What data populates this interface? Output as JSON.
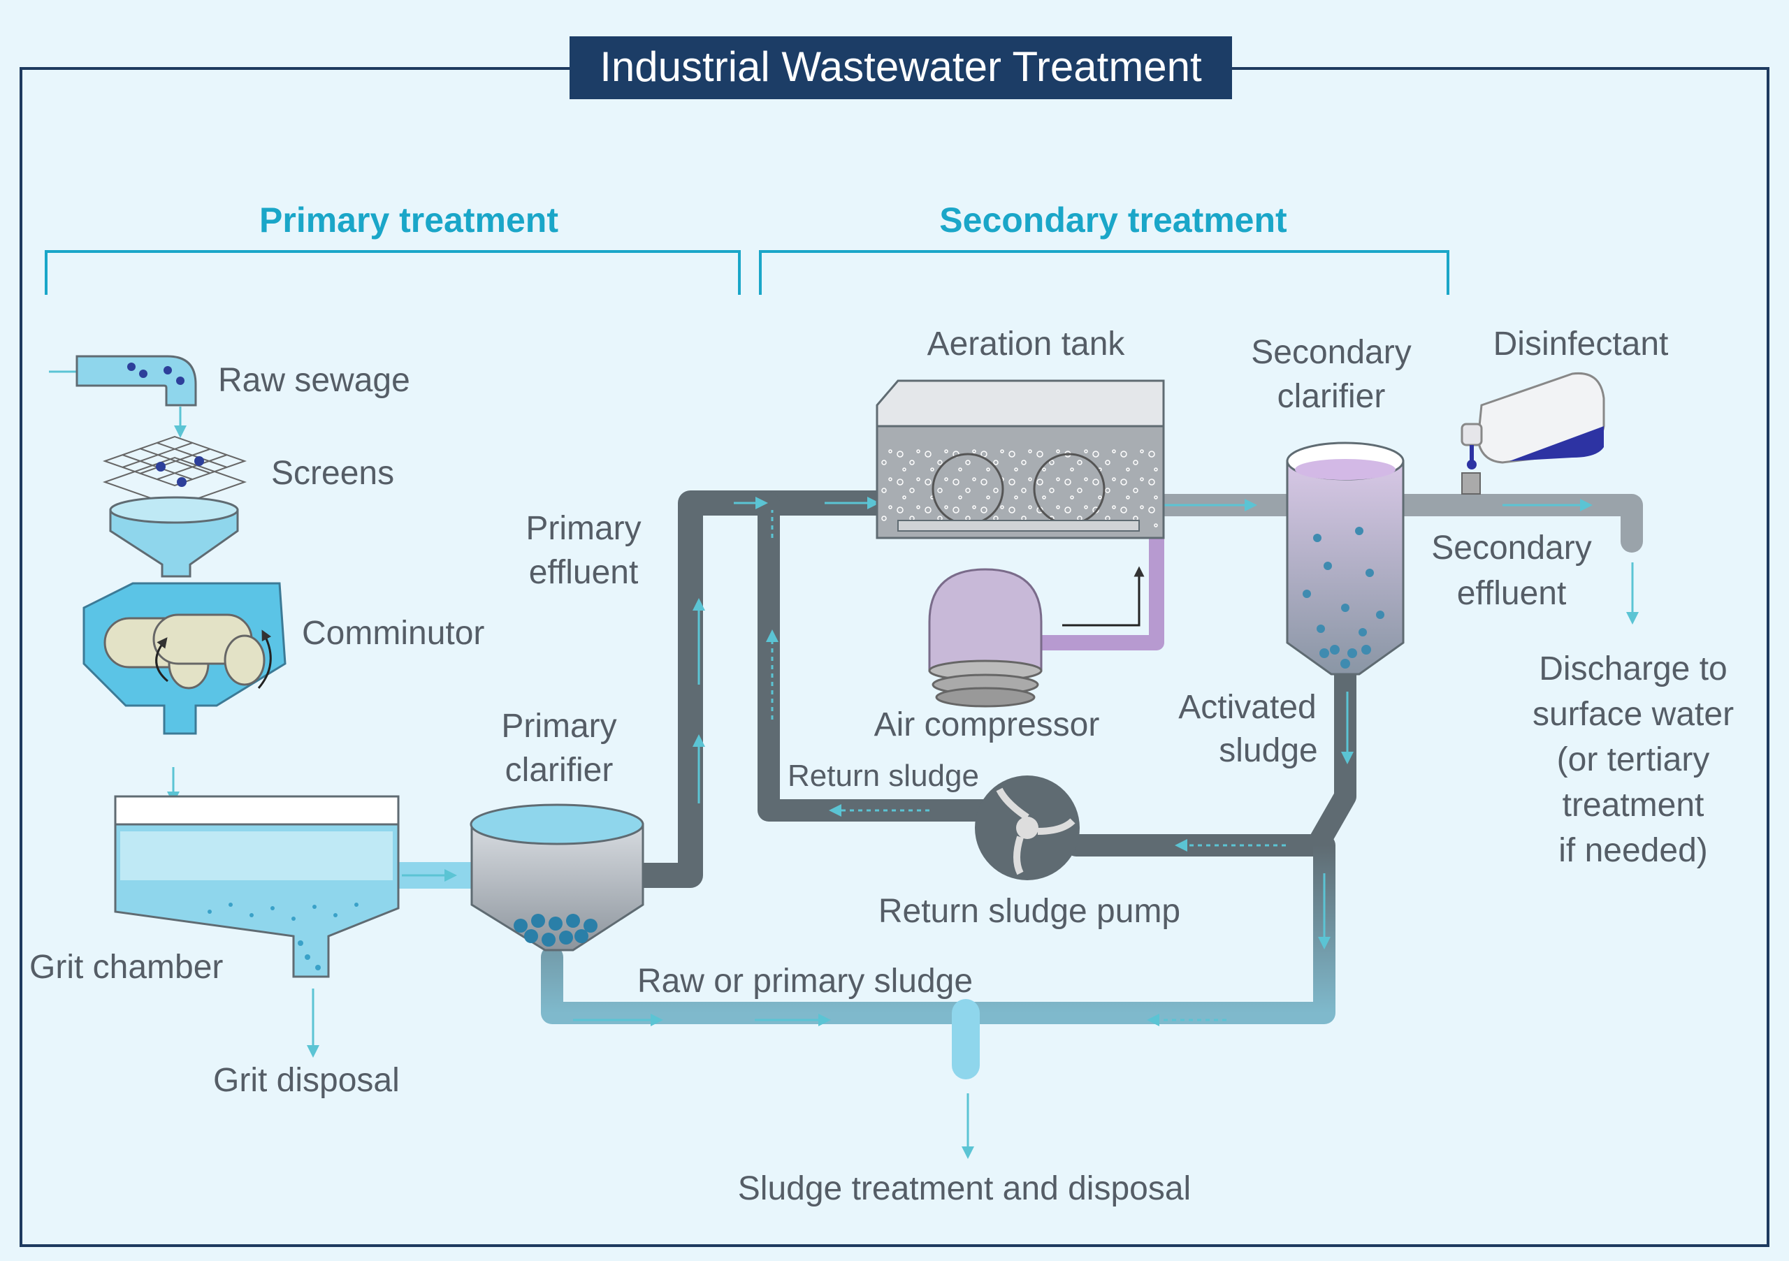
{
  "title": "Industrial Wastewater Treatment",
  "sections": {
    "primary": "Primary treatment",
    "secondary": "Secondary treatment"
  },
  "labels": {
    "raw_sewage": "Raw sewage",
    "screens": "Screens",
    "comminutor": "Comminutor",
    "grit_chamber": "Grit chamber",
    "grit_disposal": "Grit disposal",
    "primary_clarifier_1": "Primary",
    "primary_clarifier_2": "clarifier",
    "primary_effluent_1": "Primary",
    "primary_effluent_2": "effluent",
    "aeration_tank": "Aeration tank",
    "air_compressor": "Air compressor",
    "return_sludge": "Return sludge",
    "return_sludge_pump": "Return sludge pump",
    "raw_primary_sludge": "Raw or primary sludge",
    "sludge_treatment": "Sludge treatment and disposal",
    "secondary_clarifier_1": "Secondary",
    "secondary_clarifier_2": "clarifier",
    "disinfectant": "Disinfectant",
    "secondary_effluent_1": "Secondary",
    "secondary_effluent_2": "effluent",
    "activated_sludge_1": "Activated",
    "activated_sludge_2": "sludge",
    "discharge_1": "Discharge to",
    "discharge_2": "surface water",
    "discharge_3": "(or tertiary",
    "discharge_4": "treatment",
    "discharge_5": "if needed)"
  },
  "colors": {
    "background": "#e8f6fc",
    "frame": "#1e3a5f",
    "title_bg": "#1c3d66",
    "section_header": "#1aa6c8",
    "water": "#8fd6ec",
    "pipe_dark": "#5f6b72",
    "arrow": "#5bc4d4",
    "sludge_purple": "#b79ad0"
  }
}
